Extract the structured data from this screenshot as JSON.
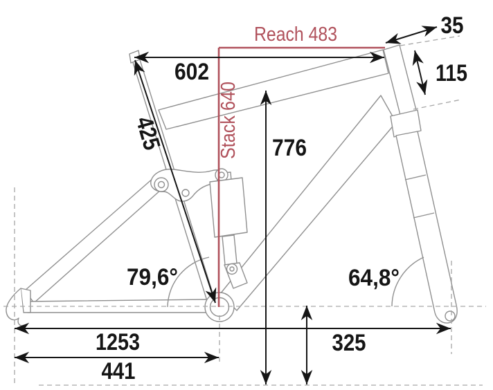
{
  "colors": {
    "accent": "#b0515b",
    "dimension": "#151515",
    "frame": "#8f8f8f",
    "dashes": "#a6a6a6",
    "background": "#ffffff"
  },
  "dims": {
    "reach": "Reach 483",
    "stack": "Stack 640",
    "top_tube": "602",
    "seat_tube": "425",
    "standover": "776",
    "head_tube": "115",
    "head_top": "35",
    "seat_angle": "79,6°",
    "head_angle": "64,8°",
    "wheelbase": "1253",
    "chainstay": "441",
    "bb_height": "325"
  }
}
